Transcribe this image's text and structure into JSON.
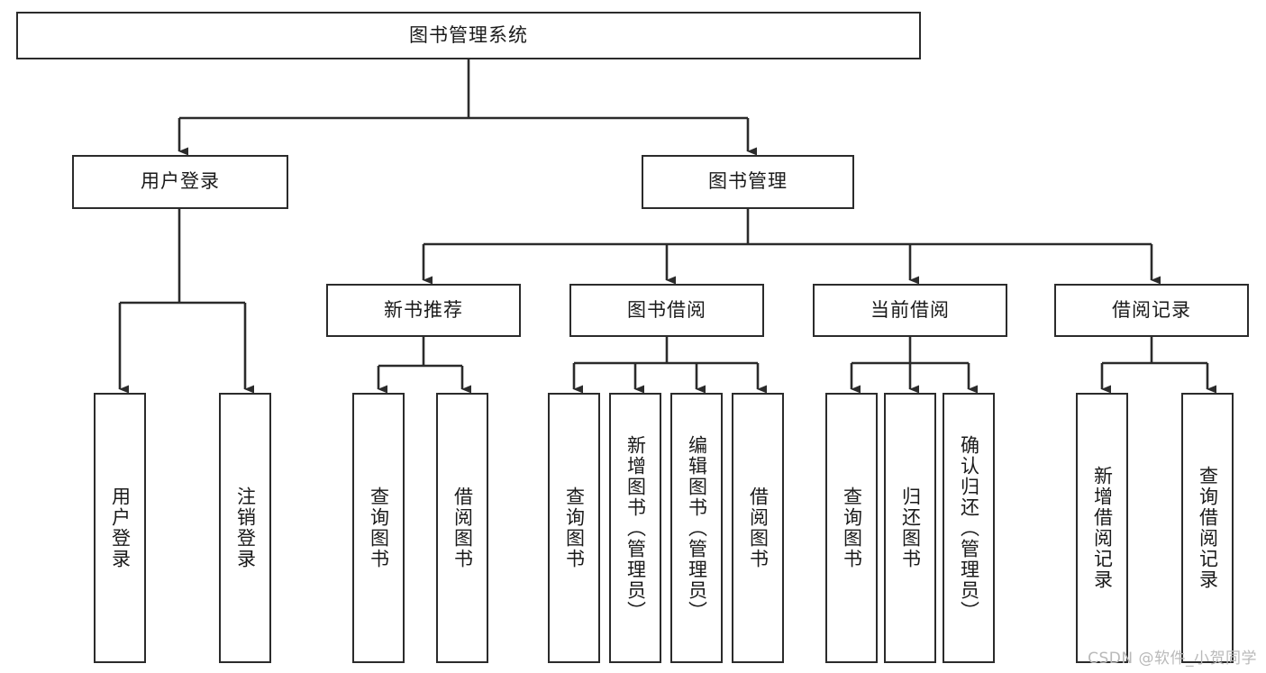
{
  "diagram": {
    "type": "tree-hierarchy-chart",
    "title": "图书管理系统",
    "watermark": "CSDN @软件_小贺同学",
    "line_color": "#2b2b2b",
    "box_fill": "#ffffff",
    "text_color": "#1a1a1a",
    "background": "#ffffff",
    "nodes": {
      "root": {
        "label": "图书管理系统",
        "level": 1,
        "orientation": "horizontal"
      },
      "level2": [
        {
          "id": "user-login",
          "label": "用户登录",
          "orientation": "horizontal"
        },
        {
          "id": "book-manage",
          "label": "图书管理",
          "orientation": "horizontal"
        }
      ],
      "level3": [
        {
          "id": "new-book-recommend",
          "label": "新书推荐",
          "orientation": "horizontal",
          "parent": "book-manage"
        },
        {
          "id": "book-borrow",
          "label": "图书借阅",
          "orientation": "horizontal",
          "parent": "book-manage"
        },
        {
          "id": "current-borrow",
          "label": "当前借阅",
          "orientation": "horizontal",
          "parent": "book-manage"
        },
        {
          "id": "borrow-record",
          "label": "借阅记录",
          "orientation": "horizontal",
          "parent": "book-manage"
        }
      ],
      "leaves": [
        {
          "id": "leaf-user-login",
          "label": "用户登录",
          "parent": "user-login",
          "orientation": "vertical"
        },
        {
          "id": "leaf-user-logout",
          "label": "注销登录",
          "parent": "user-login",
          "orientation": "vertical"
        },
        {
          "id": "leaf-query-book-1",
          "label": "查询图书",
          "parent": "new-book-recommend",
          "orientation": "vertical"
        },
        {
          "id": "leaf-borrow-book-1",
          "label": "借阅图书",
          "parent": "new-book-recommend",
          "orientation": "vertical"
        },
        {
          "id": "leaf-query-book-2",
          "label": "查询图书",
          "parent": "book-borrow",
          "orientation": "vertical"
        },
        {
          "id": "leaf-add-book",
          "label": "新增图书（管理员）",
          "parent": "book-borrow",
          "orientation": "vertical"
        },
        {
          "id": "leaf-edit-book",
          "label": "编辑图书（管理员）",
          "parent": "book-borrow",
          "orientation": "vertical"
        },
        {
          "id": "leaf-borrow-book-2",
          "label": "借阅图书",
          "parent": "book-borrow",
          "orientation": "vertical"
        },
        {
          "id": "leaf-query-book-3",
          "label": "查询图书",
          "parent": "current-borrow",
          "orientation": "vertical"
        },
        {
          "id": "leaf-return-book",
          "label": "归还图书",
          "parent": "current-borrow",
          "orientation": "vertical"
        },
        {
          "id": "leaf-confirm-return",
          "label": "确认归还（管理员）",
          "parent": "current-borrow",
          "orientation": "vertical"
        },
        {
          "id": "leaf-add-record",
          "label": "新增借阅记录",
          "parent": "borrow-record",
          "orientation": "vertical"
        },
        {
          "id": "leaf-query-record",
          "label": "查询借阅记录",
          "parent": "borrow-record",
          "orientation": "vertical"
        }
      ]
    }
  }
}
